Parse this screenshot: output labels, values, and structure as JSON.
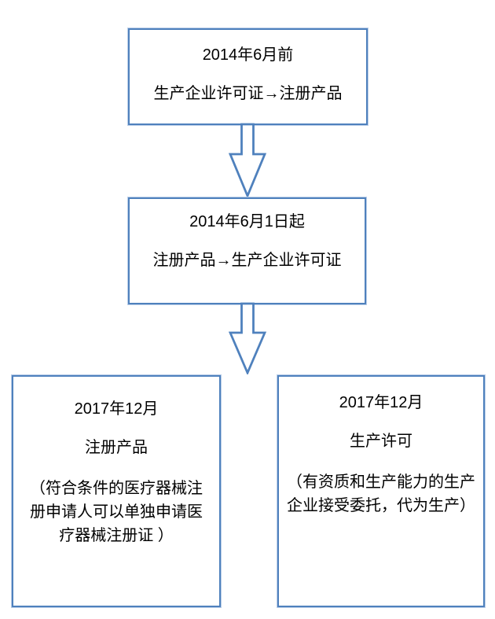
{
  "page": {
    "background": "#ffffff",
    "accent_color": "#4f81bd",
    "text_color": "#000000"
  },
  "flowchart": {
    "type": "flowchart",
    "direction": "top-down",
    "boxes": [
      {
        "id": "before-june-2014",
        "lines": [
          "2014年6月前",
          "生产企业许可证→注册产品"
        ]
      },
      {
        "id": "from-june-1-2014",
        "lines": [
          "2014年6月1日起",
          "注册产品→生产企业许可证"
        ]
      },
      {
        "id": "dec-2017-registered-product",
        "title": "2017年12月",
        "subtitle": "注册产品",
        "note_lines": [
          "（符合条件的医疗器械注",
          "册申请人可以单独申请医",
          "疗器械注册证 ）"
        ]
      },
      {
        "id": "dec-2017-production-license",
        "title": "2017年12月",
        "subtitle": "生产许可",
        "note_lines": [
          "（有资质和生产能力的生产",
          "企业接受委托，代为生产）"
        ]
      }
    ],
    "connectors": [
      {
        "style": "hollow-block-arrow-down",
        "from": "before-june-2014",
        "to": "from-june-1-2014"
      },
      {
        "style": "hollow-block-arrow-down",
        "from": "from-june-1-2014",
        "to": "dec-2017-boxes"
      }
    ]
  }
}
